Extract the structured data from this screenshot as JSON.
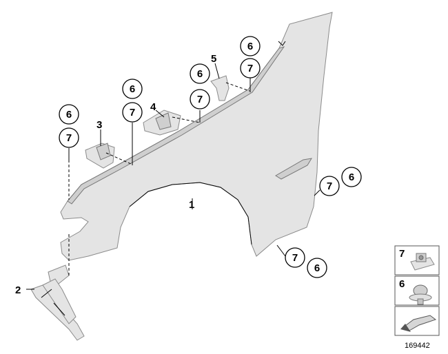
{
  "callouts": {
    "c1": "1",
    "c2": "2",
    "c3": "3",
    "c4": "4",
    "c5": "5",
    "c6a": "6",
    "c6b": "6",
    "c6c": "6",
    "c6d": "6",
    "c6e": "6",
    "c6f": "6",
    "c7a": "7",
    "c7b": "7",
    "c7c": "7",
    "c7d": "7",
    "c7e": "7",
    "c7f": "7"
  },
  "legend": {
    "item7": "7",
    "item6": "6"
  },
  "doc_number": "169442"
}
